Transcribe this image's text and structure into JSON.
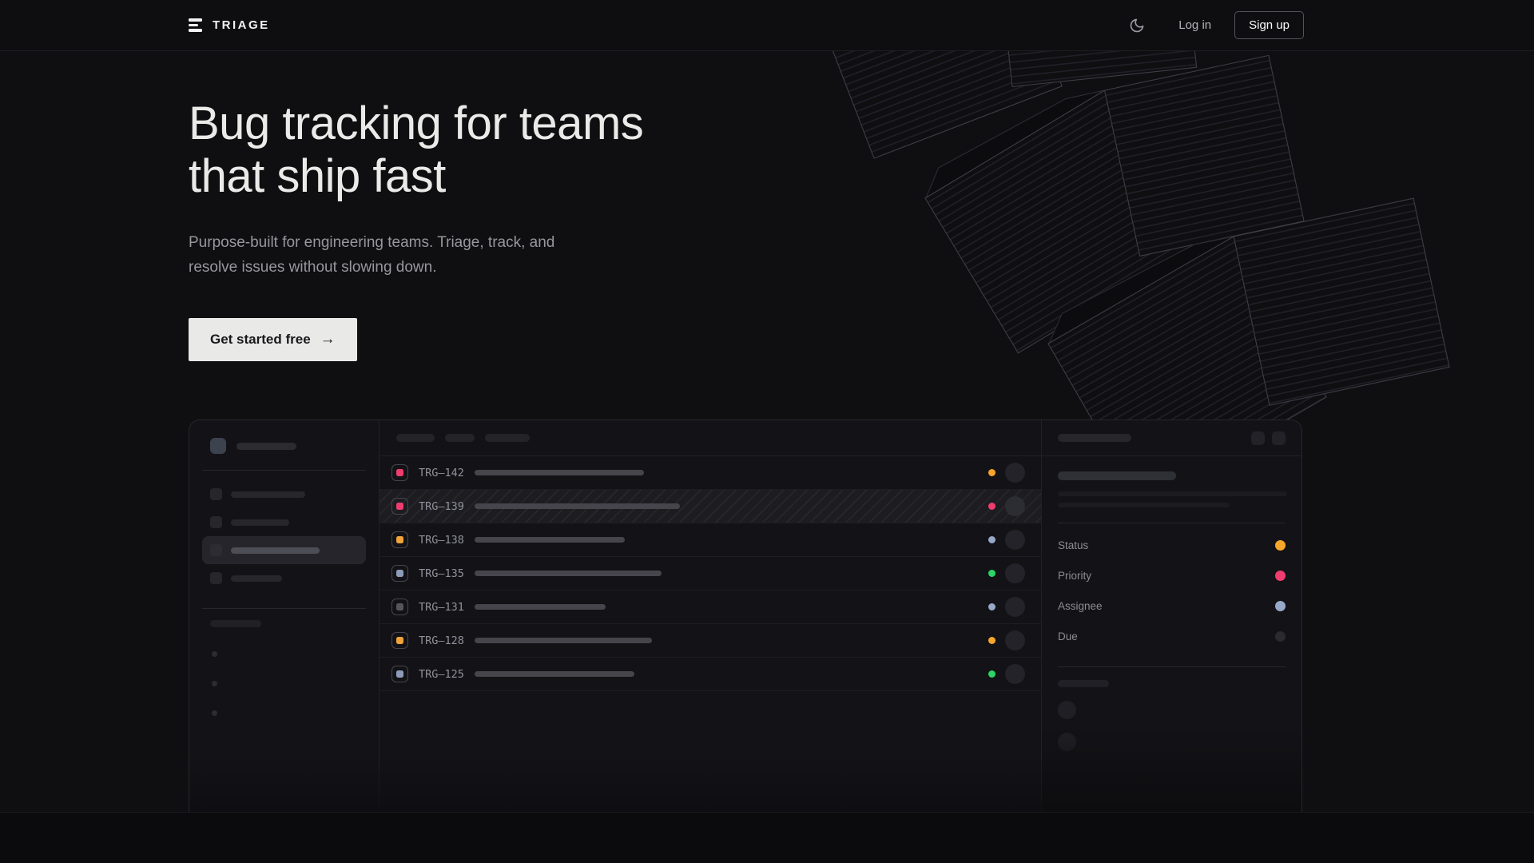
{
  "theme": {
    "accent_amber": "#f6a62b",
    "accent_pink": "#ee3d6e",
    "accent_green": "#2bd465",
    "accent_slate": "#98a8c8"
  },
  "header": {
    "brand": "TRIAGE",
    "login_label": "Log in",
    "signup_label": "Sign up"
  },
  "hero": {
    "title_line1": "Bug tracking for teams",
    "title_line2": "that ship fast",
    "subtitle": "Purpose-built for engineering teams. Triage, track, and resolve issues without slowing down.",
    "cta_label": "Get started free",
    "cta_arrow": "→"
  },
  "app_mockup": {
    "sidebar": {
      "nav_items": [
        {
          "width": 93,
          "active": false
        },
        {
          "width": 73,
          "active": false
        },
        {
          "width": 111,
          "active": true
        },
        {
          "width": 64,
          "active": false
        }
      ],
      "footer_dots": 3
    },
    "issue_list": {
      "header_pill_widths": [
        48,
        37,
        56
      ],
      "issues": [
        {
          "id": "TRG–142",
          "type_color": "#ee3d6e",
          "status_color": "#f6a62b",
          "title_width": 212,
          "selected": false
        },
        {
          "id": "TRG–139",
          "type_color": "#ee3d6e",
          "status_color": "#ee3d6e",
          "title_width": 257,
          "selected": true
        },
        {
          "id": "TRG–138",
          "type_color": "#f0a33b",
          "status_color": "#98a8c8",
          "title_width": 188,
          "selected": false
        },
        {
          "id": "TRG–135",
          "type_color": "#8c9cb8",
          "status_color": "#2bd465",
          "title_width": 234,
          "selected": false
        },
        {
          "id": "TRG–131",
          "type_color": "#55555e",
          "status_color": "#98a8c8",
          "title_width": 164,
          "selected": false
        },
        {
          "id": "TRG–128",
          "type_color": "#f0a33b",
          "status_color": "#f6a62b",
          "title_width": 222,
          "selected": false
        },
        {
          "id": "TRG–125",
          "type_color": "#8c9cb8",
          "status_color": "#2bd465",
          "title_width": 200,
          "selected": false
        }
      ]
    },
    "details": {
      "properties": [
        {
          "label": "Status",
          "dot_color": "#f6a62b"
        },
        {
          "label": "Priority",
          "dot_color": "#ee3d6e"
        },
        {
          "label": "Assignee",
          "dot_color": "#98a8c8"
        },
        {
          "label": "Due",
          "dot_color": "#2a2a2f"
        }
      ],
      "activity_avatars": 2
    }
  }
}
